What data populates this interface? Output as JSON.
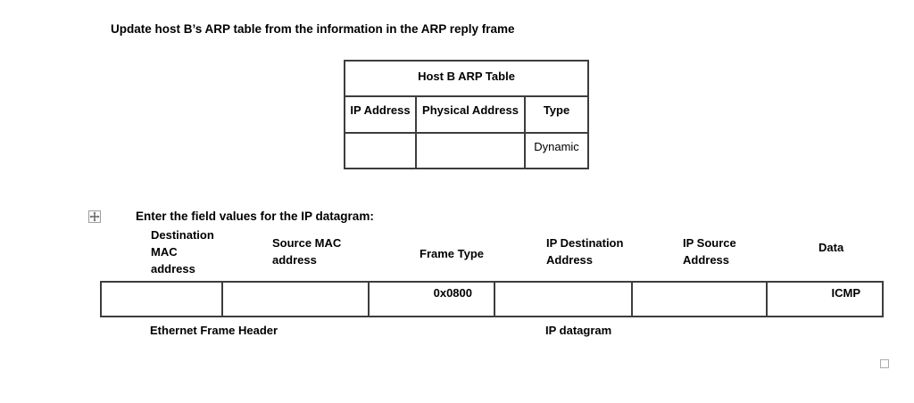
{
  "instructions": {
    "arp_task": "Update host B’s ARP table from the information in the ARP reply frame",
    "datagram_task": "Enter the field values for the IP datagram:"
  },
  "arp_table": {
    "title": "Host B ARP Table",
    "columns": [
      "IP Address",
      "Physical Address",
      "Type"
    ],
    "rows": [
      [
        "",
        "",
        "Dynamic"
      ]
    ]
  },
  "frame_fields": {
    "labels": [
      "Destination\nMAC\naddress",
      "Source MAC\naddress",
      "Frame Type",
      "IP Destination\nAddress",
      "IP Source\nAddress",
      "Data"
    ],
    "values": [
      "",
      "",
      "0x0800",
      "",
      "",
      "ICMP"
    ]
  },
  "captions": {
    "ethernet": "Ethernet Frame Header",
    "ip_datagram": "IP datagram"
  },
  "icons": {
    "move_handle": "table move handle",
    "resize_handle": "resize handle"
  },
  "colors": {
    "table_border": "#3d3d3d",
    "handle_gray": "#ababab",
    "text": "#000000",
    "background": "#ffffff"
  }
}
